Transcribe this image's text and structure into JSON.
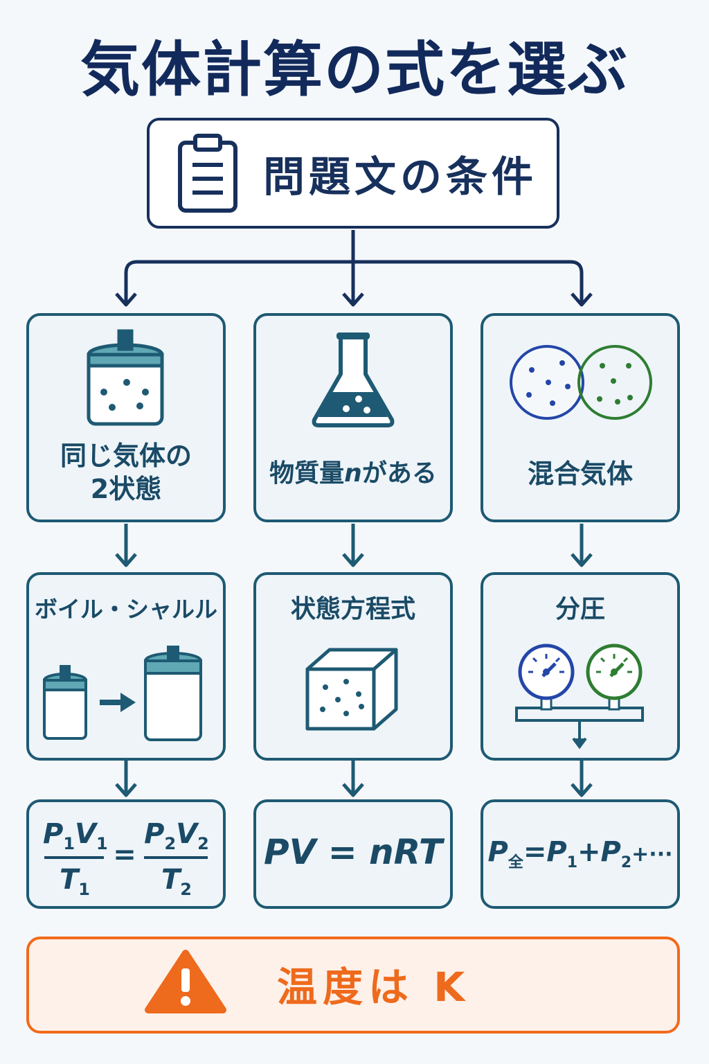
{
  "title": "気体計算の式を選ぶ",
  "top": {
    "label": "問題文の条件",
    "icon": "clipboard-icon"
  },
  "columns": [
    {
      "condition_line1": "同じ気体の",
      "condition_line2": "2状態",
      "condition_icon": "gas-cylinder-icon",
      "method": "ボイル・シャルル",
      "method_icon": "cylinder-expansion-icon",
      "formula": {
        "p1": "P",
        "s1": "1",
        "v1": "V",
        "t1": "T",
        "eq": "=",
        "p2": "P",
        "s2": "2",
        "v2": "V",
        "t2": "T"
      }
    },
    {
      "condition": "物質量",
      "condition_n": "n",
      "condition_tail": "がある",
      "condition_icon": "flask-icon",
      "method": "状態方程式",
      "method_icon": "gas-cube-icon",
      "formula_text": "PV = nRT"
    },
    {
      "condition": "混合気体",
      "condition_icon": "mixed-gas-circles-icon",
      "method": "分圧",
      "method_icon": "pressure-gauges-icon",
      "formula": {
        "p": "P",
        "sub_total": "全",
        "eq": "=",
        "s1": "1",
        "plus": "+",
        "s2": "2",
        "tail": "+···"
      }
    }
  ],
  "warning": {
    "text": "温度は K",
    "icon": "warning-icon"
  },
  "colors": {
    "navy": "#17305c",
    "teal": "#1e5a73",
    "blue": "#2446a8",
    "green": "#2e7d32",
    "orange": "#f26a1b"
  }
}
